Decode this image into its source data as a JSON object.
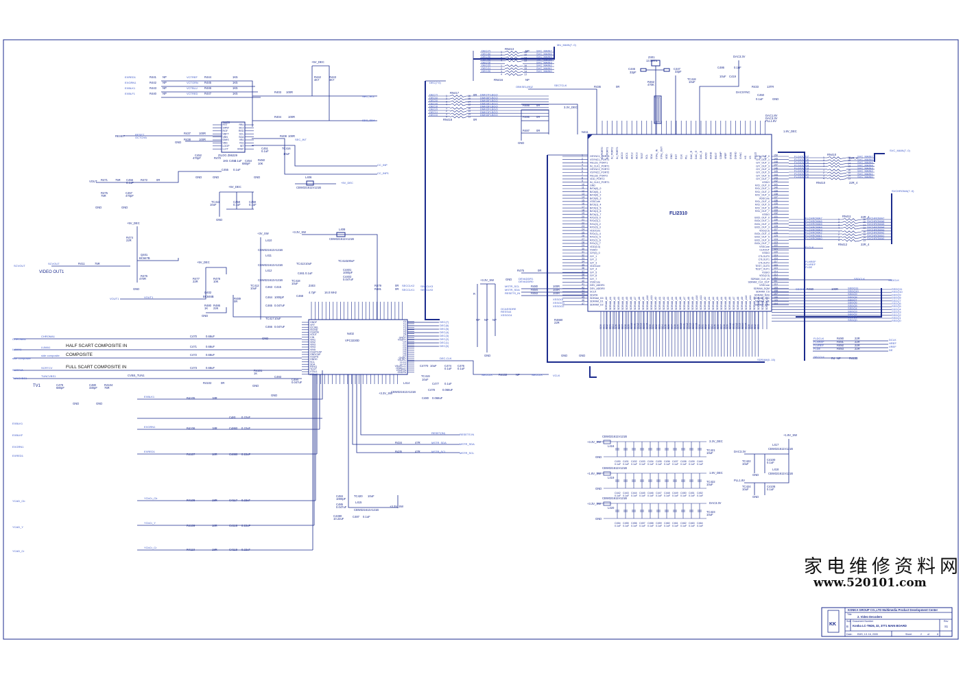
{
  "ic": {
    "fli2310": "FLI2310",
    "vpc": "VPC3230D",
    "vpc_ref": "N402",
    "fli_ref": "N411",
    "upper_ref": "N403",
    "upper_part": "ZILOG Z86229",
    "fli_top_pins": [
      "IN_PORT0",
      "IN_PORT1",
      "IN_PORT2",
      "IN_PORT3",
      "ADC0",
      "ADC1",
      "ADC2",
      "ADC3",
      "TEST",
      "SCL",
      "SDA",
      "XTAL_IN",
      "XTAL_OUT",
      "VDD",
      "GND",
      "RST",
      "CLK",
      "PLL",
      "DAC_R",
      "DAC_G",
      "DAC_B",
      "AVDD",
      "AGND",
      "REXT",
      "COMP",
      "VREF",
      "DVDD",
      "DGND",
      "SYNC",
      "HS",
      "VS",
      "FIELD",
      "OE",
      "CS"
    ],
    "fli_left_pins": [
      "HSYNC1_PORT1",
      "VSYNC1_PORT1",
      "FIELD1_PORT1",
      "IN_CLK1_PORT1",
      "HSYNC2_PORT2",
      "VSYNC2_PORT2",
      "FIELD2_PORT2",
      "VDD_PORT2",
      "IN_CLK2_PORT1",
      "GND",
      "B/Cb(0)_0",
      "B/Cb(0)_1",
      "B/Cb(0)_2",
      "B/Cb(0)_3",
      "VSSCore",
      "B/Cb(1)_4",
      "B/Cb(1)_5",
      "B/Cb(1)_6",
      "B/Cb(1)_7",
      "R/Cr(0)_0",
      "R/Cr(0)_1",
      "R/Cr(0)_2",
      "R/Cr(0)_3",
      "VDDCore",
      "R/Cr(1)_4",
      "R/Cr(1)_5",
      "R/Cr(1)_6",
      "R/Cr(1)_7",
      "VDD(3.3)",
      "VSSIO",
      "G/Y(0)_0",
      "G/Y_1",
      "G/Y_2",
      "G/Y_3",
      "VDDCore",
      "G/Y_4",
      "G/Y_5",
      "G/Y_6",
      "G/Y_7",
      "VSSCore",
      "DEV_ADDR1",
      "DEV_ADDR0",
      "SCLK",
      "SDATA",
      "SDRAM_D0",
      "SDRAM_D1",
      "SDRAM_D2"
    ],
    "fli_right_pins": [
      "G/Y_OUT_0",
      "G/Y_OUT_1",
      "G/Y_OUT_2",
      "G/Y_OUT_3",
      "G/Y_OUT_4",
      "G/Y_OUT_5",
      "G/Y_OUT_6",
      "G/Y_OUT_7",
      "VSSIO",
      "R/Cr_OUT_0",
      "R/Cr_OUT_1",
      "R/Cr_OUT_2",
      "R/Cr_OUT_3",
      "VDDCore",
      "R/Cr_OUT_4",
      "R/Cr_OUT_5",
      "R/Cr_OUT_6",
      "R/Cr_OUT_7",
      "VSSIO",
      "B/Cb_OUT_0",
      "B/Cb_OUT_1",
      "B/Cb_OUT_2",
      "B/Cb_OUT_3",
      "VDD(3.3)",
      "B/Cb_OUT_4",
      "B/Cb_OUT_5",
      "B/Cb_OUT_6",
      "B/Cb_OUT_7",
      "VSSCore",
      "CLKOUT",
      "VSSIO",
      "CTLOUT0",
      "CTLOUT1",
      "CTLOUT2",
      "TEST_OUT0",
      "TEST_OUT1",
      "VSSIO",
      "VDD(3.3)",
      "SDRAM_CLK_IN",
      "SDRAM_CLK_OUT",
      "VSSCore",
      "SDRAM_DQM",
      "SDRAM_CS",
      "SDRAM_RAS",
      "SDRAM_CAS",
      "SDRAM_WE",
      "SDRAM_BA0"
    ],
    "vpc_left_pins": [
      "GNDF",
      "VRT",
      "I2CSEL",
      "ISGND",
      "VSUPAI",
      "VOUT",
      "CIN",
      "VIN1",
      "VIN2",
      "VIN3",
      "VIN4",
      "VIN5",
      "VSUPCAP",
      "GNDCAP",
      "VSUPD",
      "GNDD",
      "SCL",
      "SDA",
      "RESQ",
      "TEST",
      "XTAL1",
      "XTAL2"
    ],
    "vpc_right_pins": [
      "Y0",
      "Y1",
      "Y2",
      "Y3",
      "Y4",
      "Y5",
      "Y6",
      "Y7",
      "GNDY",
      "VSUPY",
      "C0",
      "C1",
      "C2",
      "C3",
      "C4",
      "C5",
      "C6",
      "C7",
      "GNDC",
      "VSUPC",
      "LLC1",
      "LLC2",
      "VSUPLLC",
      "GNDLLC",
      "VSUPPA",
      "GNDPA"
    ]
  },
  "labels": {
    "video_out1": "VIDEO OUT1",
    "half_scart": "HALF SCART COMPOSITE IN",
    "composite": "COMPOSITE",
    "full_scart": "FULL SCART COMPOSITE IN",
    "tv1": "TV1"
  },
  "left_ports": [
    "SCVOUT",
    "CHROMA1",
    "LUMA1",
    "side composite",
    "SCRTVA",
    "TUNCVBS1",
    "EXBLK1",
    "EXBLKF",
    "EXGRN1",
    "EXRED1",
    "YCAD_Cb",
    "YCAD_Y",
    "YCAD_Cr"
  ],
  "nets": {
    "vcc_5v_dec": "+5V_DEC",
    "vcc_3v3": "+3.3V_SW",
    "vcc_1v8": "+1.8V_SW",
    "dac_3v": "DAC3.3V",
    "pll_1v8": "PLL1.8V",
    "sec_scl": "SEC_SCL",
    "sec_sda": "SEC_SDA",
    "reset": "RESET",
    "vout": "VOUT",
    "vout1": "VOUT1",
    "sec_clk": "SECCLK",
    "mstr_scl": "MSTR_SCL",
    "mstr_sda": "MSTR_SDA",
    "resets_in": "RESET(IN)",
    "mu_main": "MU_MAIN(7..0)",
    "svc_main": "SVC_MAIN(7..0)",
    "sdram": "SDRAM(0..15)"
  },
  "title_block": {
    "company": "KONKA GROUP CO.,LTD Multimedia Product Development Center",
    "title_label": "Title",
    "title": "2. Video Decoders",
    "size_label": "Size",
    "size": "B",
    "doc_label": "Document Number",
    "doc": "Konka LC-TM26, 32, 37T1 MAIN BOARD",
    "rev_label": "Rev",
    "rev": "S1",
    "date_label": "Date:",
    "date": "EMS, 1/1 16, 2005",
    "sheet_label": "Sheet",
    "sheet": "2",
    "of_label": "of",
    "of": "8"
  },
  "watermark": {
    "chinese": "家电维修资料网",
    "url": "www.520101.com"
  }
}
